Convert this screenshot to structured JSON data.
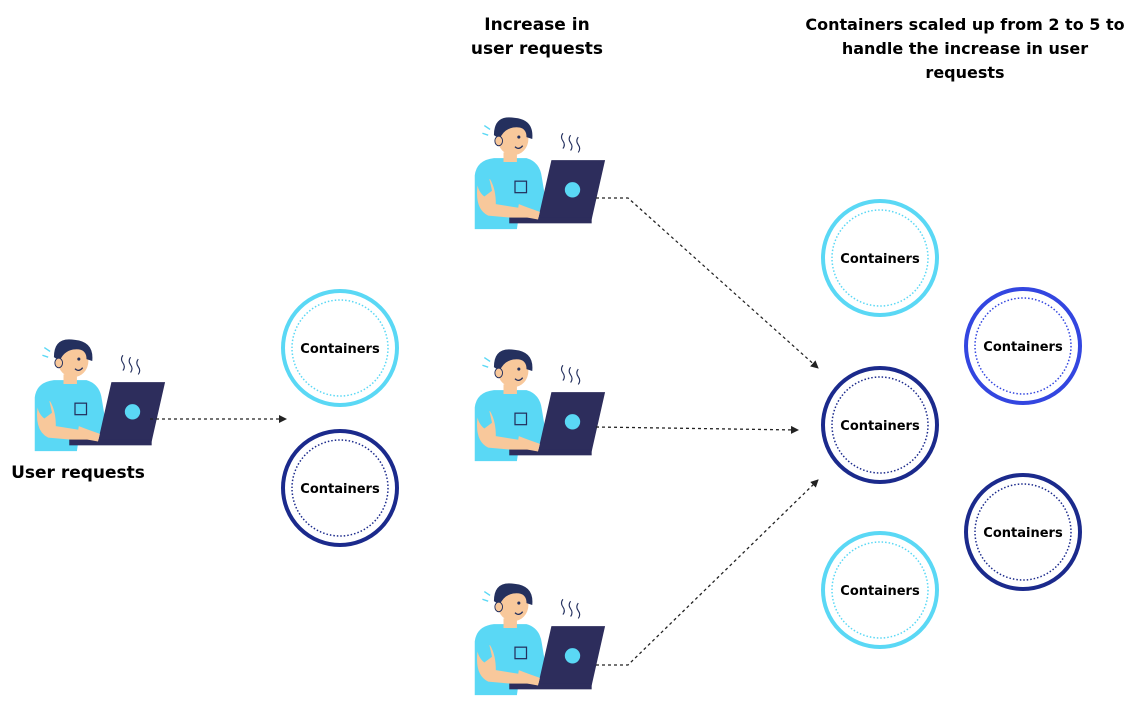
{
  "labels": {
    "user_requests": "User requests",
    "increase_line1": "Increase in",
    "increase_line2": "user requests",
    "scaled_line1": "Containers scaled up from 2 to 5 to",
    "scaled_line2": "handle the increase in user",
    "scaled_line3": "requests"
  },
  "container_label": "Containers",
  "colors": {
    "light": "#5ad8f5",
    "dark": "#1b2a8c",
    "royal": "#3346e0",
    "shirt": "#5ad8f5",
    "skin": "#f8c89b",
    "hair": "#24305e",
    "laptop": "#2d2d5c",
    "arrow": "#222222"
  }
}
